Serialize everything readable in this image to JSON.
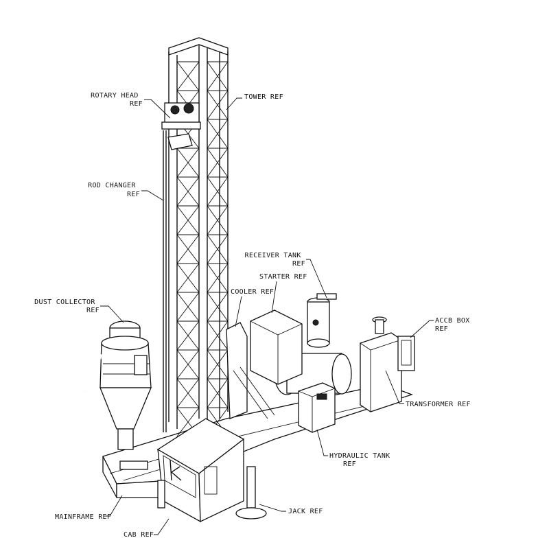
{
  "labels": {
    "rotary_head": [
      "ROTARY HEAD",
      "REF"
    ],
    "tower": "TOWER REF",
    "rod_changer": [
      "ROD CHANGER",
      "REF"
    ],
    "receiver_tank": [
      "RECEIVER TANK",
      "REF"
    ],
    "starter": "STARTER REF",
    "cooler": "COOLER REF",
    "dust_collector": [
      "DUST COLLECTOR",
      "REF"
    ],
    "accb_box": [
      "ACCB BOX",
      "REF"
    ],
    "transformer": "TRANSFORMER REF",
    "hydraulic_tank": [
      "HYDRAULIC TANK",
      "REF"
    ],
    "mainframe": "MAINFRAME REF",
    "jack": "JACK REF",
    "cab": "CAB REF"
  }
}
